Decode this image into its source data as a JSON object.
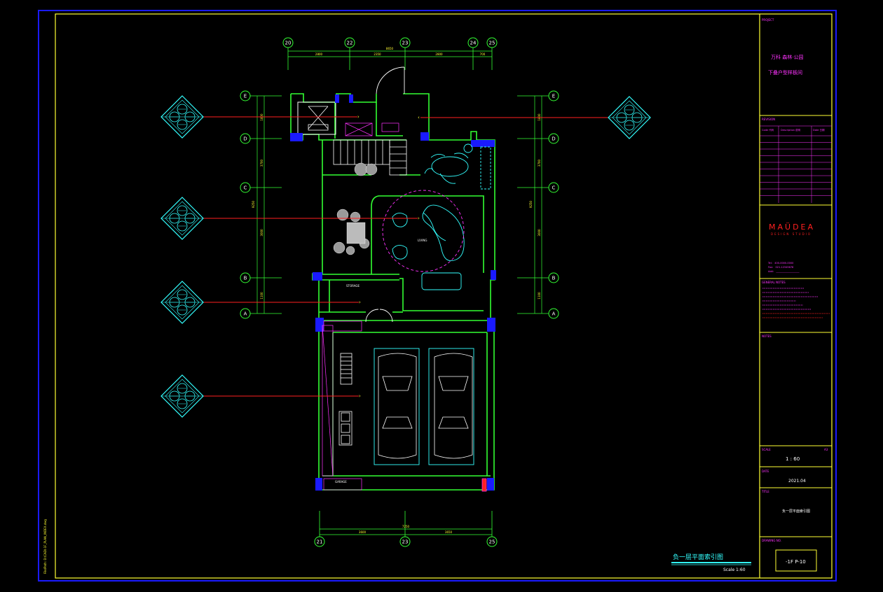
{
  "axes": {
    "top": [
      "20",
      "22",
      "23",
      "24",
      "25"
    ],
    "bottom": [
      "21",
      "23",
      "25"
    ],
    "rows": [
      "E",
      "D",
      "C",
      "B",
      "A"
    ]
  },
  "dimensions": {
    "top_total": "8650",
    "top_segments": [
      "2800",
      "2350",
      "2800",
      "700"
    ],
    "bottom_total": "7250",
    "bottom_segments": [
      "3600",
      "3650"
    ],
    "left_total": "9250",
    "left_segments": [
      "1800",
      "3700",
      "3000",
      "1100"
    ],
    "right_total": "9250",
    "right_segments": [
      "1800",
      "3700",
      "3000",
      "1100"
    ]
  },
  "title_block": {
    "project_label": "PROJECT",
    "project_name": "万科 森林·公园",
    "project_sub": "下叠户型样板间",
    "revision_label": "REVISION",
    "revision_cols": [
      "Code 代码",
      "Description 说明",
      "Date 日期"
    ],
    "brand_name": "MAÜDEA",
    "brand_sub": "DESIGN STUDIO",
    "contact": [
      "Tel：  400-0000-0000",
      "Fax：  021-12345678",
      "Add： ___________________"
    ],
    "general_notes_label": "GENERAL NOTES",
    "notes_label": "NOTES",
    "scale_label": "SCALE",
    "scale_value": "1 : 60",
    "a3_mark": "A3",
    "date_label": "DATE",
    "date_value": "2021.04",
    "title_label": "TITLE",
    "title_value": "负一层平面索引图",
    "drawing_no_label": "DRAWING NO.",
    "drawing_no": "-1F P-10"
  },
  "caption": {
    "title": "负一层平面索引图",
    "scale": "Scale 1:60"
  },
  "room_labels": [
    "LIVING",
    "STORAGE",
    "GARAGE"
  ],
  "side_note": "File/Path: D:\\CAD\\-1F_PLAN_INDEX.dwg",
  "colors": {
    "frame": "#1a1aff",
    "sheet": "#ffff33",
    "wall": "#33ff33",
    "furniture": "#33ffff",
    "accent": "#ff33ff",
    "index_line": "#ff2020",
    "column": "#1a1aff"
  }
}
